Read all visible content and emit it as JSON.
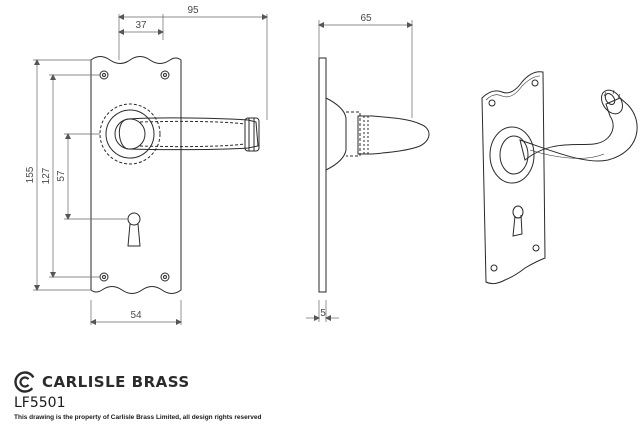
{
  "dimensions": {
    "top_offset": "37",
    "top_projection": "95",
    "side_projection": "65",
    "total_height": "155",
    "fixing_centres": "127",
    "lever_to_keyhole": "57",
    "plate_width": "54",
    "plate_thickness": "5"
  },
  "brand": {
    "name": "CARLISLE BRASS",
    "logo_icon": "carlisle-brass-logo-icon"
  },
  "product": {
    "code": "LF5501"
  },
  "footer": {
    "disclaimer": "This drawing is the property of Carlisle Brass Limited, all design rights reserved"
  }
}
